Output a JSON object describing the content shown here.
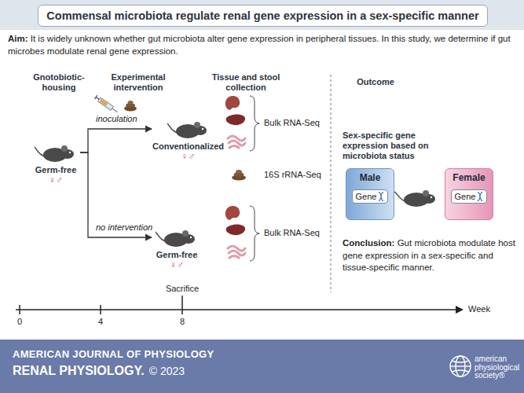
{
  "diagram": {
    "title": "Commensal microbiota regulate renal gene expression in a sex-specific manner",
    "nodes": [
      {
        "text": [
          "Germ-free",
          "♀♂"
        ]
      },
      {
        "text": [
          "Conventionalized",
          "♀♂"
        ]
      },
      {
        "text": [
          "Germ-free",
          "♀♂"
        ]
      },
      {
        "text": [
          "Male",
          "Gene"
        ]
      },
      {
        "text": [
          "Female",
          "Gene"
        ]
      }
    ],
    "edges": [
      {
        "from": 0,
        "to": 1,
        "arrow": "to",
        "label": "inoculation"
      },
      {
        "from": 0,
        "to": 2,
        "arrow": "to",
        "label": "no intervention"
      }
    ],
    "labels": [
      "Aim:",
      "It is widely unknown whether gut microbiota alter gene expression in peripheral tissues. In this study, we determine if gut microbes modulate renal gene expression.",
      "Gnotobiotic-housing",
      "Experimental intervention",
      "Tissue and stool collection",
      "Outcome",
      "Bulk RNA-Seq",
      "16S rRNA-Seq",
      "Bulk RNA-Seq",
      "Sex-specific gene expression based on microbiota status",
      "Conclusion:",
      "Gut microbiota modulate host gene expression in a sex-specific and tissue-specific manner.",
      "0",
      "4",
      "8",
      "Week",
      "Sacrifice",
      "AMERICAN JOURNAL OF PHYSIOLOGY",
      "RENAL PHYSIOLOGY.",
      "© 2023",
      "american physiological society®"
    ]
  }
}
